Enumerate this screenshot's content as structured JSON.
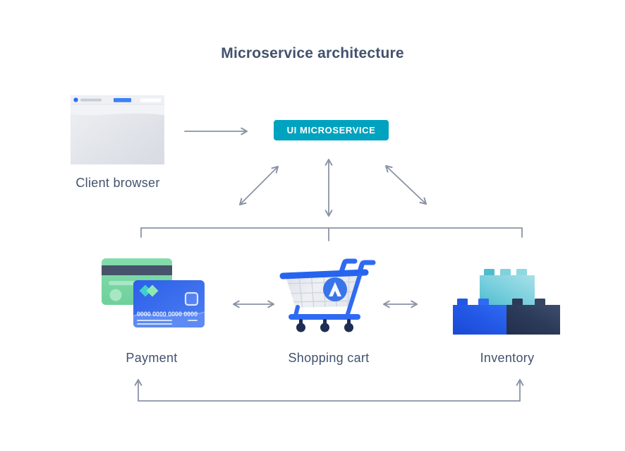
{
  "title": "Microservice architecture",
  "nodes": {
    "client_browser": {
      "label": "Client browser"
    },
    "ui_microservice": {
      "label": "UI MICROSERVICE"
    },
    "payment": {
      "label": "Payment"
    },
    "shopping_cart": {
      "label": "Shopping cart"
    },
    "inventory": {
      "label": "Inventory"
    }
  },
  "payment_card": {
    "number": "0000 0000 0000 0000"
  },
  "icons": {
    "client_browser": "browser-window-icon",
    "payment": "credit-cards-icon",
    "shopping_cart": "shopping-cart-icon",
    "inventory": "lego-bricks-icon"
  },
  "colors": {
    "title_text": "#42526e",
    "label_text": "#42526e",
    "arrow": "#8a94a6",
    "badge_bg": "#00a3bf",
    "badge_text": "#ffffff",
    "brand_blue": "#2f6bf2",
    "teal": "#57c0cf",
    "green_card": "#79d6a1",
    "dark_navy": "#2c3a58"
  }
}
